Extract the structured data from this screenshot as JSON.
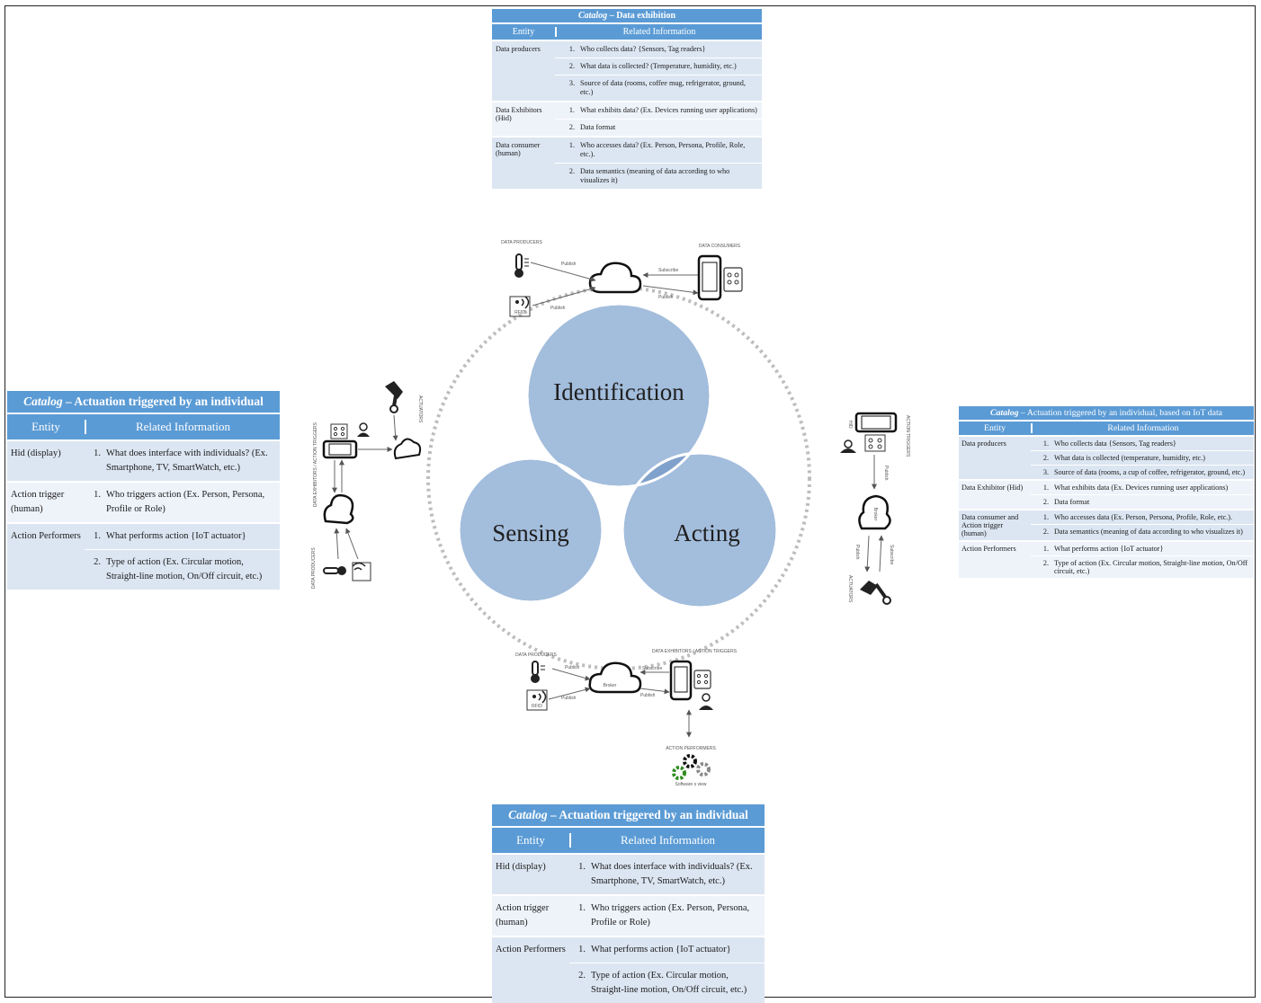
{
  "venn": {
    "identification": "Identification",
    "sensing": "Sensing",
    "acting": "Acting",
    "colors": {
      "circle": "#a3bddc",
      "overlap": "#7fa1cb",
      "center": "#6b8fbf",
      "ring": "#bdbdbd"
    }
  },
  "top_table": {
    "title_italic": "Catalog",
    "title_rest": " – Data exhibition",
    "col_entity": "Entity",
    "col_info": "Related Information",
    "groups": [
      {
        "entity": "Data producers",
        "items": [
          {
            "num": "1.",
            "text": "Who collects data? {Sensors, Tag readers}"
          },
          {
            "num": "2.",
            "text": "What data is collected? (Temperature, humidity, etc.)"
          },
          {
            "num": "3.",
            "text": "Source of data (rooms, coffee mug, refrigerator, ground, etc.)"
          }
        ]
      },
      {
        "entity": "Data Exhibitors (Hid)",
        "items": [
          {
            "num": "1.",
            "text": "What exhibits data? (Ex. Devices running user applications)"
          },
          {
            "num": "2.",
            "text": "Data format"
          }
        ]
      },
      {
        "entity": "Data consumer (human)",
        "items": [
          {
            "num": "1.",
            "text": "Who accesses data? (Ex. Person, Persona, Profile, Role, etc.)."
          },
          {
            "num": "2.",
            "text": "Data semantics (meaning of data according to who visualizes it)"
          }
        ]
      }
    ]
  },
  "left_table": {
    "title_italic": "Catalog",
    "title_rest": " – Actuation triggered by an individual",
    "col_entity": "Entity",
    "col_info": "Related Information",
    "groups": [
      {
        "entity": "Hid (display)",
        "items": [
          {
            "num": "1.",
            "text": "What does interface with individuals? (Ex. Smartphone, TV, SmartWatch, etc.)"
          }
        ]
      },
      {
        "entity": "Action trigger (human)",
        "items": [
          {
            "num": "1.",
            "text": "Who triggers action (Ex. Person, Persona, Profile or Role)"
          }
        ]
      },
      {
        "entity": "Action Performers",
        "items": [
          {
            "num": "1.",
            "text": "What performs action {IoT actuator}"
          },
          {
            "num": "2.",
            "text": "Type of action (Ex. Circular motion, Straight-line motion, On/Off circuit, etc.)"
          }
        ]
      }
    ]
  },
  "right_table": {
    "title_italic": "Catalog",
    "title_rest": " – Actuation triggered by an individual, based on IoT data",
    "col_entity": "Entity",
    "col_info": "Related Information",
    "groups": [
      {
        "entity": "Data producers",
        "items": [
          {
            "num": "1.",
            "text": "Who collects data {Sensors, Tag readers}"
          },
          {
            "num": "2.",
            "text": "What data is collected (temperature, humidity, etc.)"
          },
          {
            "num": "3.",
            "text": "Source of data (rooms, a cup of coffee, refrigerator, ground, etc.)"
          }
        ]
      },
      {
        "entity": "Data Exhibitor (Hid)",
        "items": [
          {
            "num": "1.",
            "text": "What exhibits data (Ex. Devices running user applications)"
          },
          {
            "num": "2.",
            "text": "Data format"
          }
        ]
      },
      {
        "entity": "Data consumer and Action trigger (human)",
        "items": [
          {
            "num": "1.",
            "text": "Who accesses data (Ex. Person, Persona, Profile, Role, etc.)."
          },
          {
            "num": "2.",
            "text": "Data semantics (meaning of data according to who visualizes it)"
          }
        ]
      },
      {
        "entity": "Action Performers",
        "items": [
          {
            "num": "1.",
            "text": "What performs action {IoT actuator}"
          },
          {
            "num": "2.",
            "text": "Type of action (Ex. Circular motion, Straight-line motion, On/Off circuit, etc.)"
          }
        ]
      }
    ]
  },
  "bottom_table": {
    "title_italic": "Catalog",
    "title_rest": " – Actuation triggered by an individual",
    "col_entity": "Entity",
    "col_info": "Related Information",
    "groups": [
      {
        "entity": "Hid (display)",
        "items": [
          {
            "num": "1.",
            "text": "What does interface with individuals? (Ex. Smartphone, TV, SmartWatch, etc.)"
          }
        ]
      },
      {
        "entity": "Action trigger (human)",
        "items": [
          {
            "num": "1.",
            "text": "Who triggers action (Ex. Person, Persona, Profile or Role)"
          }
        ]
      },
      {
        "entity": "Action Performers",
        "items": [
          {
            "num": "1.",
            "text": "What performs action {IoT actuator}"
          },
          {
            "num": "2.",
            "text": "Type of action (Ex. Circular motion, Straight-line motion, On/Off circuit, etc.)"
          }
        ]
      }
    ]
  },
  "labels": {
    "data_producers": "DATA PRODUCERS",
    "data_consumers": "DATA CONSUMERS",
    "publish": "Publish",
    "subscribe": "Subscribe",
    "rfid": "RFID",
    "broker": "Broker",
    "actuators": "ACTUATORS",
    "hid": "HID",
    "action_triggers": "ACTION TRIGGERS",
    "data_exhibitors_triggers": "DATA EXHIBITORS / ACTION TRIGGERS",
    "action_performers": "ACTION PERFORMERS",
    "software_s_view": "Software s view"
  }
}
